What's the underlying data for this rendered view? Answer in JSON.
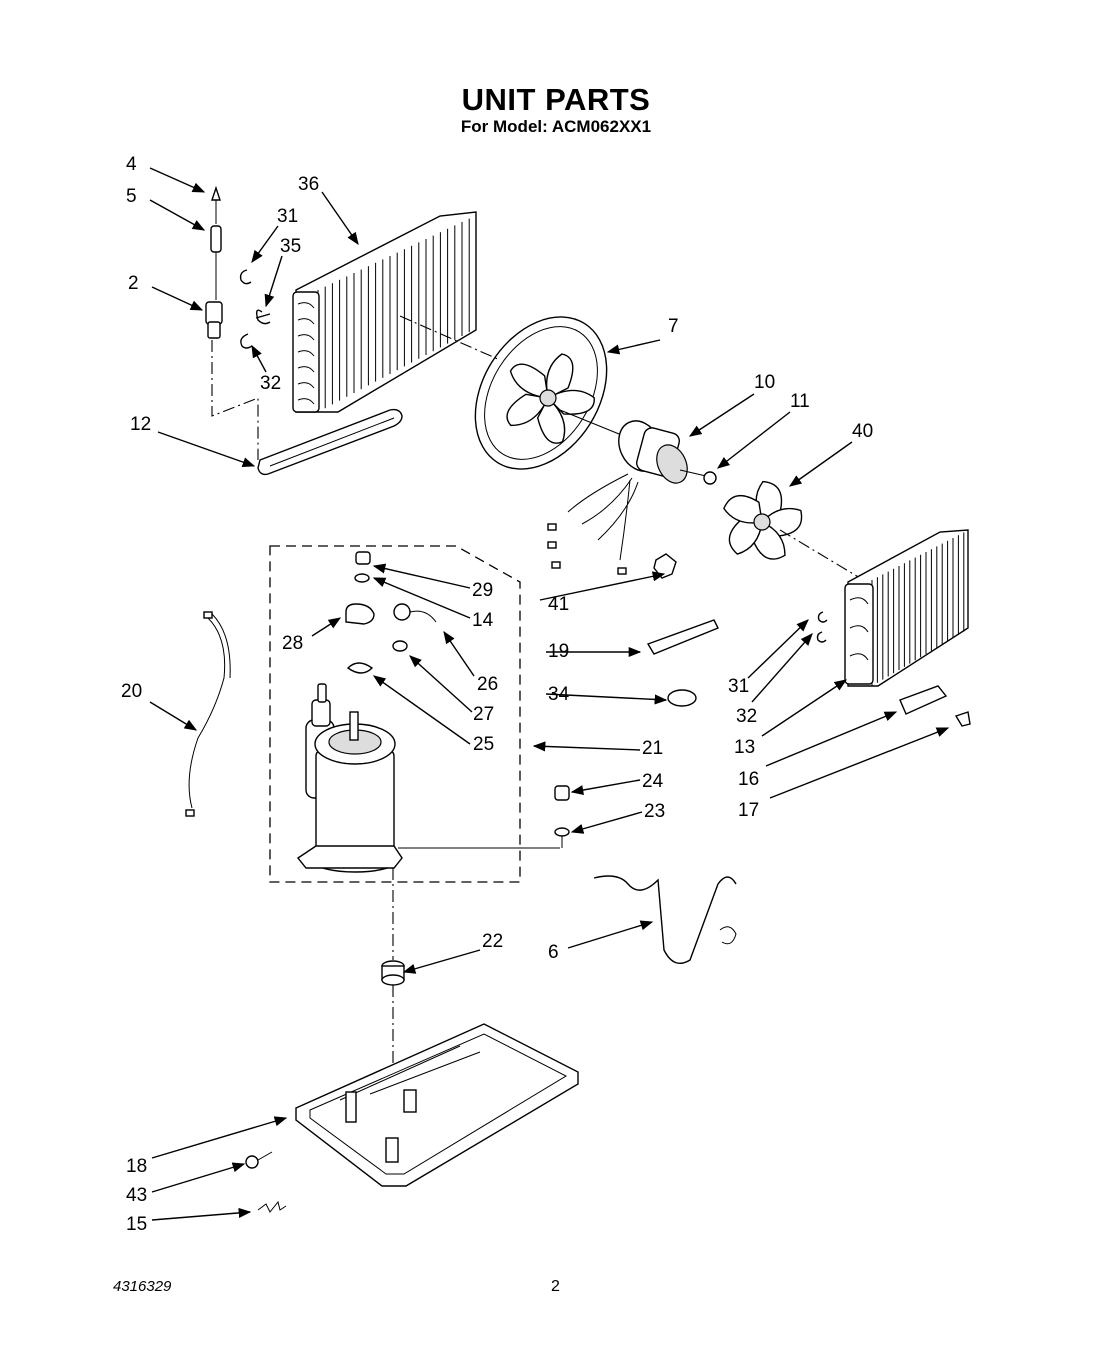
{
  "header": {
    "title": "UNIT PARTS",
    "subtitle": "For Model: ACM062XX1"
  },
  "footer": {
    "doc_number": "4316329",
    "page_number": "2"
  },
  "callouts": [
    "4",
    "5",
    "2",
    "31",
    "35",
    "32",
    "36",
    "7",
    "12",
    "10",
    "11",
    "40",
    "29",
    "14",
    "28",
    "26",
    "41",
    "19",
    "20",
    "27",
    "25",
    "21",
    "34",
    "31",
    "32",
    "13",
    "24",
    "23",
    "16",
    "17",
    "22",
    "6",
    "18",
    "43",
    "15"
  ]
}
